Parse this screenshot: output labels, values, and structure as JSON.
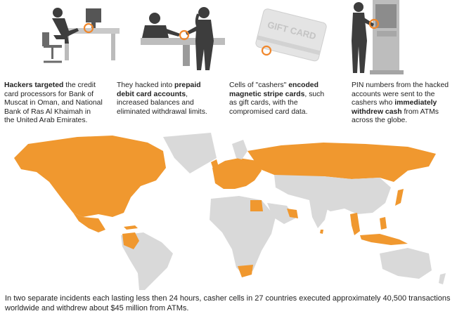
{
  "steps": [
    {
      "illustration": "office-worker-at-computer-icon",
      "caption": {
        "pre": "",
        "bold": "Hackers targeted",
        "post": " the credit card processors for Bank of Muscat in Oman, and National Bank of Ras Al Khaimah in the United Arab Emirates."
      }
    },
    {
      "illustration": "bank-counter-icon",
      "caption": {
        "pre": "They hacked into ",
        "bold": "prepaid debit card accounts",
        "post": ", increased balances and eliminated withdrawal limits."
      }
    },
    {
      "illustration": "gift-card-icon",
      "card_text": "GIFT CARD",
      "caption": {
        "pre": "Cells of \"cashers\" ",
        "bold": "encoded magnetic stripe cards",
        "post": ", such as gift cards, with the compromised card data."
      }
    },
    {
      "illustration": "atm-withdrawal-icon",
      "caption": {
        "pre": "PIN numbers from the hacked accounts were sent to the cashers who ",
        "bold": "immediately withdrew cash",
        "post": " from ATMs across the globe."
      }
    }
  ],
  "map": {
    "highlight_color": "#f0982f",
    "base_color": "#d9d9d9",
    "highlighted_regions": [
      "Canada",
      "United States",
      "Mexico",
      "Dominican Republic",
      "Colombia",
      "Europe",
      "Russia",
      "Ukraine",
      "Romania",
      "Egypt",
      "United Arab Emirates",
      "Oman",
      "Japan",
      "Thailand",
      "Malaysia",
      "Indonesia",
      "Philippines",
      "Sri Lanka",
      "South Africa"
    ]
  },
  "footer": "In two separate incidents each lasting less then 24 hours, casher cells in 27 countries executed approximately 40,500 transactions worldwide and withdrew about $45 million from ATMs."
}
